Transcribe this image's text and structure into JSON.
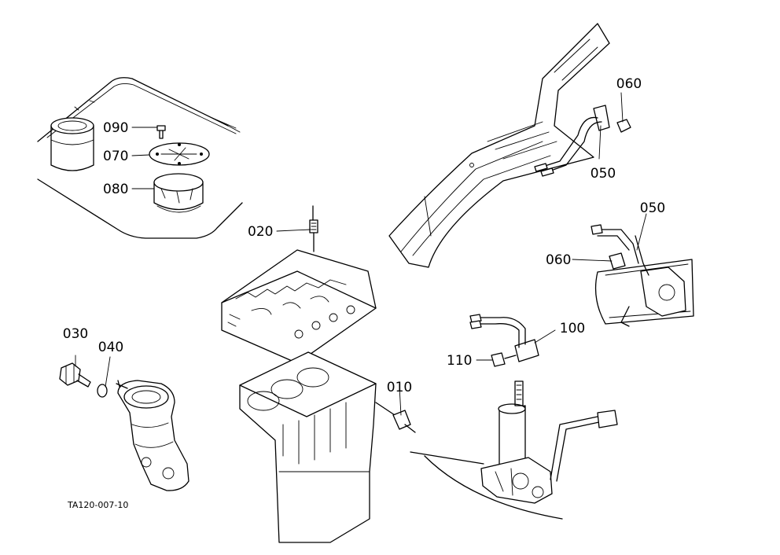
{
  "parts": [
    {
      "id": "p010",
      "label": "010"
    },
    {
      "id": "p020",
      "label": "020"
    },
    {
      "id": "p030",
      "label": "030"
    },
    {
      "id": "p040",
      "label": "040"
    },
    {
      "id": "p050a",
      "label": "050"
    },
    {
      "id": "p050b",
      "label": "050"
    },
    {
      "id": "p060a",
      "label": "060"
    },
    {
      "id": "p060b",
      "label": "060"
    },
    {
      "id": "p070",
      "label": "070"
    },
    {
      "id": "p080",
      "label": "080"
    },
    {
      "id": "p090",
      "label": "090"
    },
    {
      "id": "p100",
      "label": "100"
    },
    {
      "id": "p110",
      "label": "110"
    }
  ],
  "figure_code": "TA120-007-10"
}
